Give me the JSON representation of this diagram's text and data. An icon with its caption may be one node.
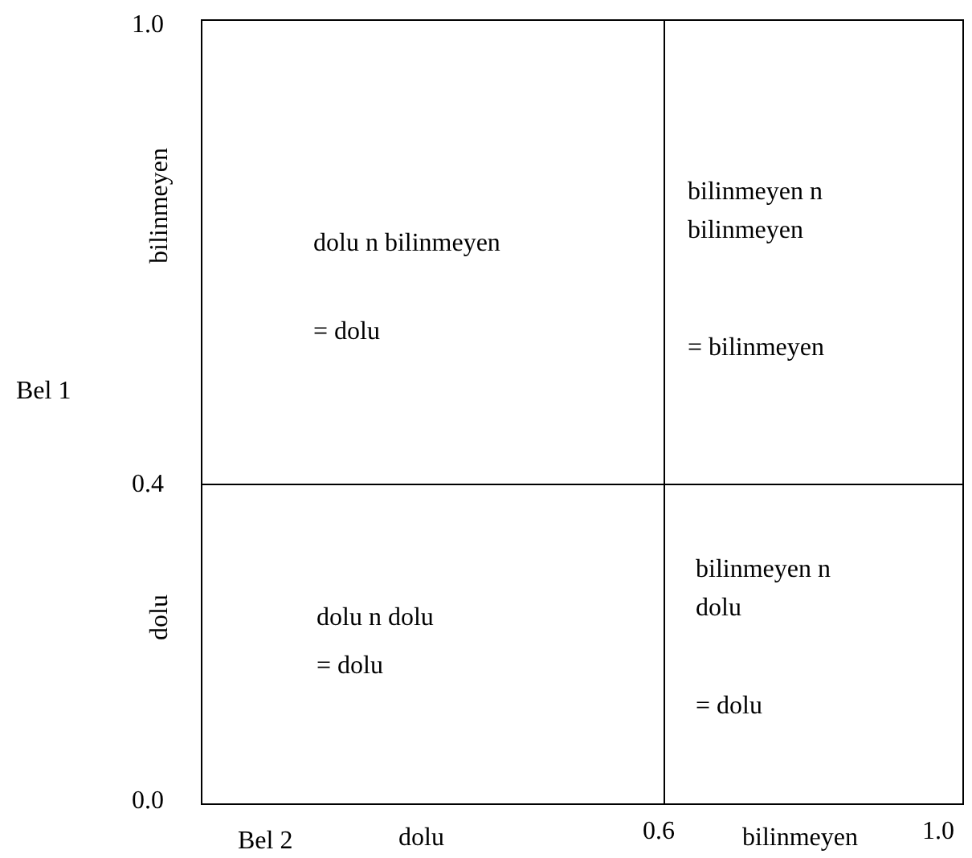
{
  "diagram": {
    "labels": [
      "1.0",
      "bilinmeyen",
      "dolu n bilinmeyen",
      "= dolu",
      "bilinmeyen n bilinmeyen",
      "= bilinmeyen",
      "Bel 1",
      "0.4",
      "dolu n dolu",
      "= dolu",
      "bilinmeyen n dolu",
      "= dolu",
      "dolu",
      "0.0",
      "dolu",
      "0.6",
      "bilinmeyen",
      "1.0",
      "Bel 2"
    ]
  }
}
